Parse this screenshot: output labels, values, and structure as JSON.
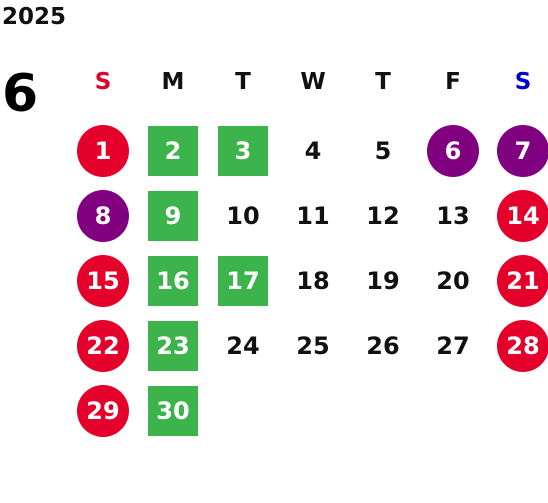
{
  "year": "2025",
  "month": "6",
  "colors": {
    "holiday_red": "#e4002b",
    "special_purple": "#800080",
    "green_day": "#3cb44b",
    "sunday_header": "#e4002b",
    "saturday_header": "#0000cc"
  },
  "weekdays": [
    {
      "label": "S",
      "color": "#e4002b"
    },
    {
      "label": "M",
      "color": ""
    },
    {
      "label": "T",
      "color": ""
    },
    {
      "label": "W",
      "color": ""
    },
    {
      "label": "T",
      "color": ""
    },
    {
      "label": "F",
      "color": ""
    },
    {
      "label": "S",
      "color": "#0000cc"
    }
  ],
  "start_weekday": 0,
  "days": [
    {
      "day": "1",
      "style": "red-circle"
    },
    {
      "day": "2",
      "style": "green-square"
    },
    {
      "day": "3",
      "style": "green-square"
    },
    {
      "day": "4",
      "style": "plain"
    },
    {
      "day": "5",
      "style": "plain"
    },
    {
      "day": "6",
      "style": "purple-circle"
    },
    {
      "day": "7",
      "style": "purple-circle"
    },
    {
      "day": "8",
      "style": "purple-circle"
    },
    {
      "day": "9",
      "style": "green-square"
    },
    {
      "day": "10",
      "style": "plain"
    },
    {
      "day": "11",
      "style": "plain"
    },
    {
      "day": "12",
      "style": "plain"
    },
    {
      "day": "13",
      "style": "plain"
    },
    {
      "day": "14",
      "style": "red-circle"
    },
    {
      "day": "15",
      "style": "red-circle"
    },
    {
      "day": "16",
      "style": "green-square"
    },
    {
      "day": "17",
      "style": "green-square"
    },
    {
      "day": "18",
      "style": "plain"
    },
    {
      "day": "19",
      "style": "plain"
    },
    {
      "day": "20",
      "style": "plain"
    },
    {
      "day": "21",
      "style": "red-circle"
    },
    {
      "day": "22",
      "style": "red-circle"
    },
    {
      "day": "23",
      "style": "green-square"
    },
    {
      "day": "24",
      "style": "plain"
    },
    {
      "day": "25",
      "style": "plain"
    },
    {
      "day": "26",
      "style": "plain"
    },
    {
      "day": "27",
      "style": "plain"
    },
    {
      "day": "28",
      "style": "red-circle"
    },
    {
      "day": "29",
      "style": "red-circle"
    },
    {
      "day": "30",
      "style": "green-square"
    }
  ]
}
